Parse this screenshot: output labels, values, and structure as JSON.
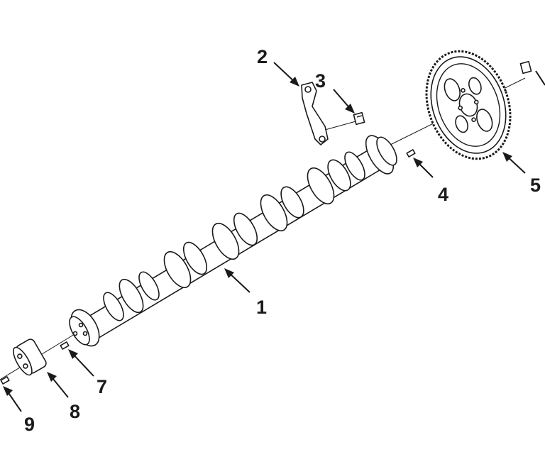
{
  "diagram": {
    "callouts": [
      {
        "id": "camshaft",
        "label": "1"
      },
      {
        "id": "thrust-plate",
        "label": "2"
      },
      {
        "id": "thrust-plate-bolt",
        "label": "3"
      },
      {
        "id": "dowel-pin",
        "label": "4"
      },
      {
        "id": "cam-gear",
        "label": "5"
      },
      {
        "id": "rear-pin",
        "label": "7"
      },
      {
        "id": "rear-hub",
        "label": "8"
      },
      {
        "id": "rear-bolt",
        "label": "9"
      }
    ]
  }
}
